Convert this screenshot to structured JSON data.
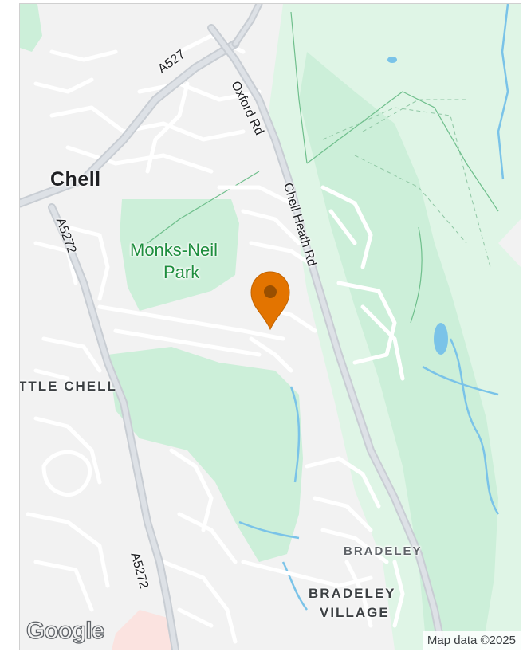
{
  "map": {
    "places": {
      "chell": "Chell",
      "little_chell": "TTLE CHELL",
      "bradeley": "BRADELEY",
      "bradeley_village_1": "BRADELEY",
      "bradeley_village_2": "VILLAGE"
    },
    "park": {
      "line1": "Monks-Neil",
      "line2": "Park"
    },
    "roads": {
      "a527": "A527",
      "oxford_rd": "Oxford Rd",
      "chell_heath_rd": "Chell Heath Rd",
      "a5272_upper": "A5272",
      "a5272_lower": "A5272"
    },
    "marker": {
      "color": "#e37400",
      "icon": "map-pin-icon"
    },
    "logo": "Google",
    "attribution": "Map data ©2025"
  },
  "colors": {
    "land": "#f2f2f2",
    "park": "#ccefd9",
    "water": "#7ac3e8",
    "road": "#ffffff",
    "major_road": "#c8cdd3",
    "marker": "#e37400"
  }
}
